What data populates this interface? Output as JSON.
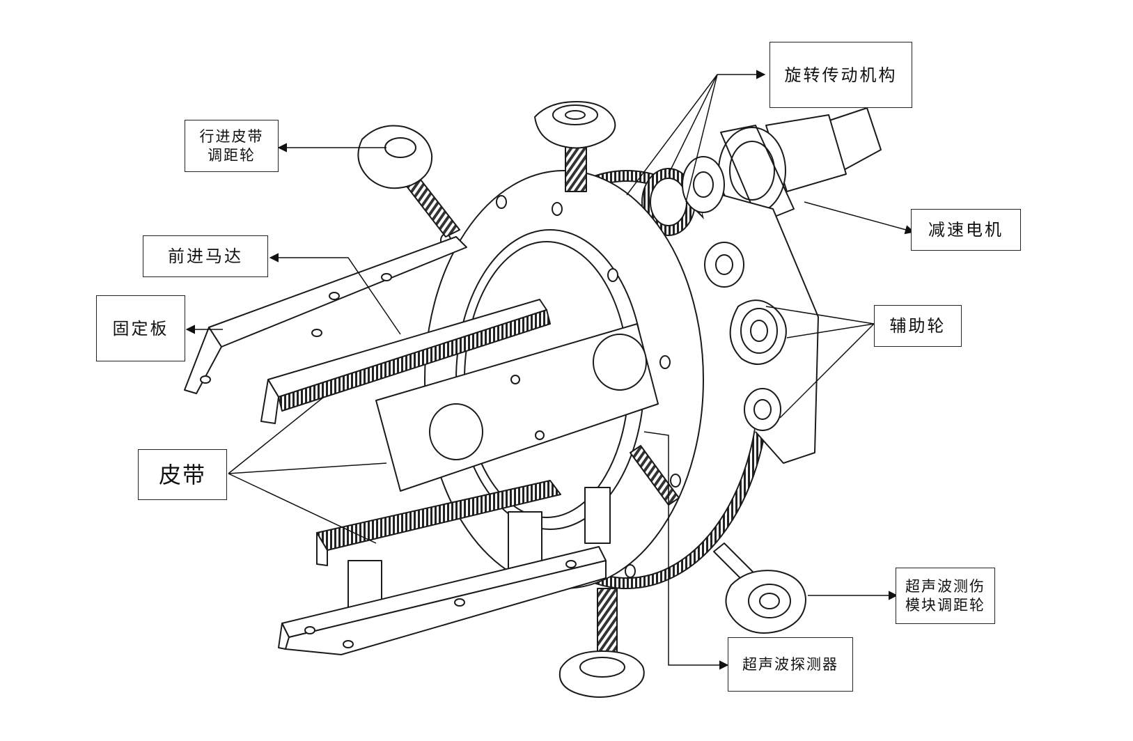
{
  "diagram": {
    "labels": {
      "rotary_drive": "旋转传动机构",
      "belt_adjust_wheel": "行进皮带\n调距轮",
      "reduction_motor": "减速电机",
      "forward_motor": "前进马达",
      "fixed_plate": "固定板",
      "aux_wheel": "辅助轮",
      "belt": "皮带",
      "probe_adjust_wheel": "超声波测伤\n模块调距轮",
      "ultrasonic_probe": "超声波探测器"
    },
    "colors": {
      "line": "#1a1a1a",
      "fill": "#ffffff",
      "background": "#ffffff"
    }
  }
}
